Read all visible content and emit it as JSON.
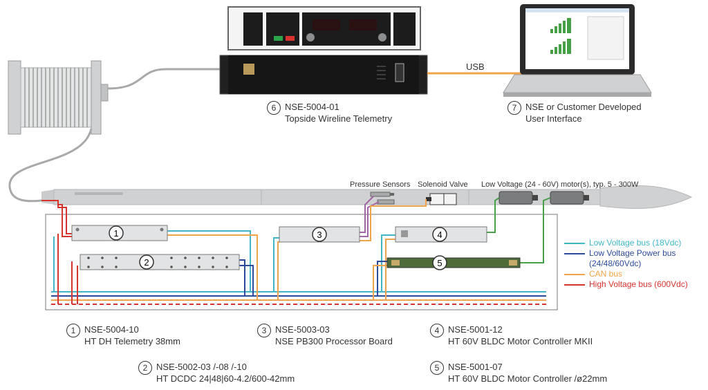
{
  "topside": {
    "number": "6",
    "code": "NSE-5004-01",
    "name": "Topside Wireline Telemetry"
  },
  "ui": {
    "number": "7",
    "line1": "NSE or Customer Developed",
    "line2": "User Interface"
  },
  "usb_label": "USB",
  "tool_labels": {
    "pressure": "Pressure Sensors",
    "solenoid": "Solenoid Valve",
    "motors": "Low Voltage (24 - 60V) motor(s), typ. 5 - 300W"
  },
  "legend": [
    {
      "label": "Low Voltage bus (18Vdc)",
      "color": "#3fb7c9"
    },
    {
      "label": "Low Voltage Power bus",
      "label2": "(24/48/60Vdc)",
      "color": "#2b4a9b"
    },
    {
      "label": "CAN bus",
      "color": "#f0a44a"
    },
    {
      "label": "High Voltage bus (600Vdc)",
      "color": "#d9332e"
    }
  ],
  "components": [
    {
      "number": "1",
      "code": "NSE-5004-10",
      "name": "HT DH Telemetry 38mm"
    },
    {
      "number": "2",
      "code": "NSE-5002-03 /-08 /-10",
      "name": "HT DCDC 24|48|60-4.2/600-42mm"
    },
    {
      "number": "3",
      "code": "NSE-5003-03",
      "name": "NSE PB300 Processor Board"
    },
    {
      "number": "4",
      "code": "NSE-5001-12",
      "name": "HT 60V BLDC Motor Controller MKII"
    },
    {
      "number": "5",
      "code": "NSE-5001-07",
      "name": "HT 60V BLDC Motor Controller /ø22mm"
    }
  ]
}
